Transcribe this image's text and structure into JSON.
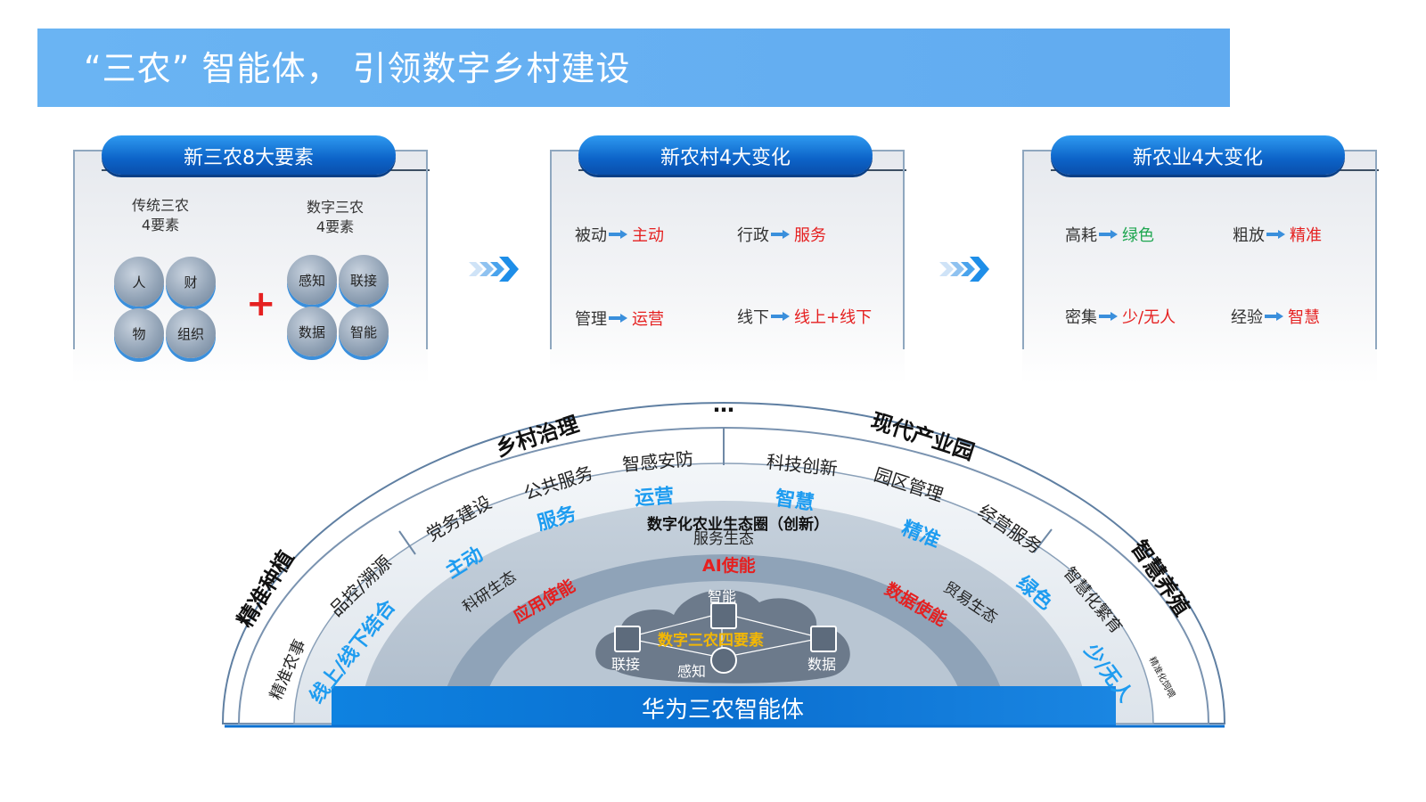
{
  "title": "“三农” 智能体， 引领数字乡村建设",
  "panels": {
    "p1": {
      "header": "新三农8大要素",
      "traditional": {
        "line1": "传统三农",
        "line2": "4要素",
        "items": [
          "人",
          "财",
          "物",
          "组织"
        ]
      },
      "digital": {
        "line1": "数字三农",
        "line2": "4要素",
        "items": [
          "感知",
          "联接",
          "数据",
          "智能"
        ]
      },
      "plus": "+"
    },
    "p2": {
      "header": "新农村4大变化",
      "changes": [
        {
          "from": "被动",
          "to": "主动"
        },
        {
          "from": "行政",
          "to": "服务"
        },
        {
          "from": "管理",
          "to": "运营"
        },
        {
          "from": "线下",
          "to": "线上+线下"
        }
      ]
    },
    "p3": {
      "header": "新农业4大变化",
      "changes": [
        {
          "from": "高耗",
          "to": "绿色"
        },
        {
          "from": "粗放",
          "to": "精准"
        },
        {
          "from": "密集",
          "to": "少/无人"
        },
        {
          "from": "经验",
          "to": "智慧"
        }
      ]
    }
  },
  "arc": {
    "outer_labels": [
      "精准种植",
      "乡村治理",
      "…",
      "现代产业园",
      "智慧养殖"
    ],
    "mid_labels": [
      "精准农事",
      "品控/溯源",
      "党务建设",
      "公共服务",
      "智感安防",
      "科技创新",
      "园区管理",
      "经营服务",
      "智慧化繁育",
      "精准化饲喂"
    ],
    "blue_labels": [
      "线上/线下结合",
      "主动",
      "服务",
      "运营",
      "智慧",
      "精准",
      "绿色",
      "少/无人"
    ],
    "eco_title": "数字化农业生态圈（创新）",
    "eco_sub": "服务生态",
    "research": "科研生态",
    "trade": "贸易生态",
    "app_enable": "应用使能",
    "ai_enable": "AI使能",
    "data_enable": "数据使能",
    "cloud_title": "数字三农四要素",
    "nodes": [
      "智能",
      "联接",
      "感知",
      "数据"
    ],
    "base": "华为三农智能体"
  },
  "colors": {
    "banner": "#6ab4f3",
    "header_blue": "#0c63c8",
    "accent_red": "#e52020",
    "accent_blue": "#1e9cf0",
    "base_blue": "#0a6fd0",
    "cloud_title": "#f2b705"
  }
}
